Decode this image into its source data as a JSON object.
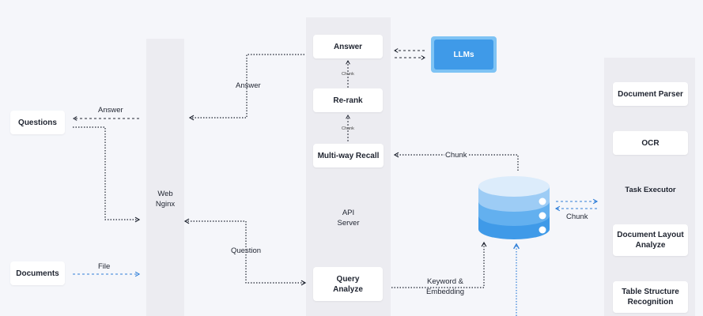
{
  "left": {
    "questions": "Questions",
    "documents": "Documents"
  },
  "nginx": {
    "line1": "Web",
    "line2": "Nginx"
  },
  "api": {
    "line1": "API",
    "line2": "Server",
    "answer": "Answer",
    "rerank": "Re-rank",
    "recall": "Multi-way Recall",
    "query_line1": "Query",
    "query_line2": "Analyze"
  },
  "llms": "LLMs",
  "right": {
    "parser": "Document Parser",
    "ocr": "OCR",
    "executor": "Task Executor",
    "layout_line1": "Document Layout",
    "layout_line2": "Analyze",
    "table_line1": "Table Structure",
    "table_line2": "Recognition"
  },
  "edges": {
    "answer_left": "Answer",
    "file": "File",
    "answer_mid": "Answer",
    "question": "Question",
    "chunk_small_1": "Chunk",
    "chunk_small_2": "Chunk",
    "chunk_recall": "Chunk",
    "chunk_right": "Chunk",
    "keyword_line1": "Keyword &",
    "keyword_line2": "Embedding"
  }
}
